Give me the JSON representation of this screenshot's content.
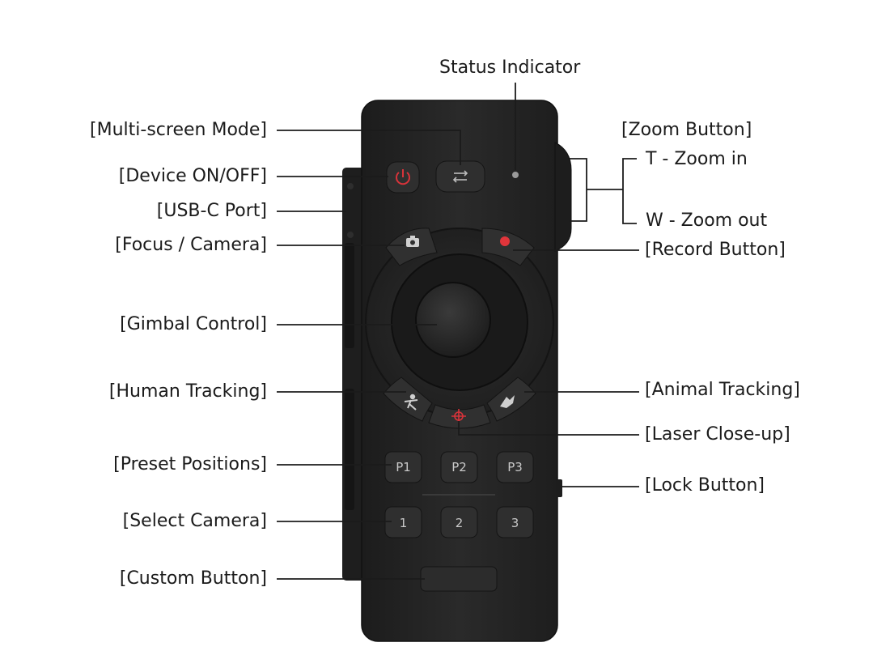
{
  "labels": {
    "status_indicator": "Status Indicator",
    "multi_screen_mode": "[Multi-screen Mode]",
    "device_on_off": "[Device ON/OFF]",
    "usb_c_port": "[USB-C Port]",
    "focus_camera": "[Focus / Camera]",
    "gimbal_control": "[Gimbal Control]",
    "human_tracking": "[Human Tracking]",
    "preset_positions": "[Preset Positions]",
    "select_camera": "[Select Camera]",
    "custom_button": "[Custom Button]",
    "zoom_button": "[Zoom Button]",
    "zoom_in": "T - Zoom in",
    "zoom_out": "W - Zoom out",
    "record_button": "[Record Button]",
    "animal_tracking": "[Animal Tracking]",
    "laser_close_up": "[Laser Close-up]",
    "lock_button": "[Lock Button]"
  },
  "device": {
    "preset_buttons": [
      "P1",
      "P2",
      "P3"
    ],
    "camera_buttons": [
      "1",
      "2",
      "3"
    ]
  },
  "colors": {
    "body": "#242424",
    "button": "#333333",
    "power_red": "#d8333a",
    "record_red": "#e0353b",
    "label_text": "#1b1b1b"
  }
}
